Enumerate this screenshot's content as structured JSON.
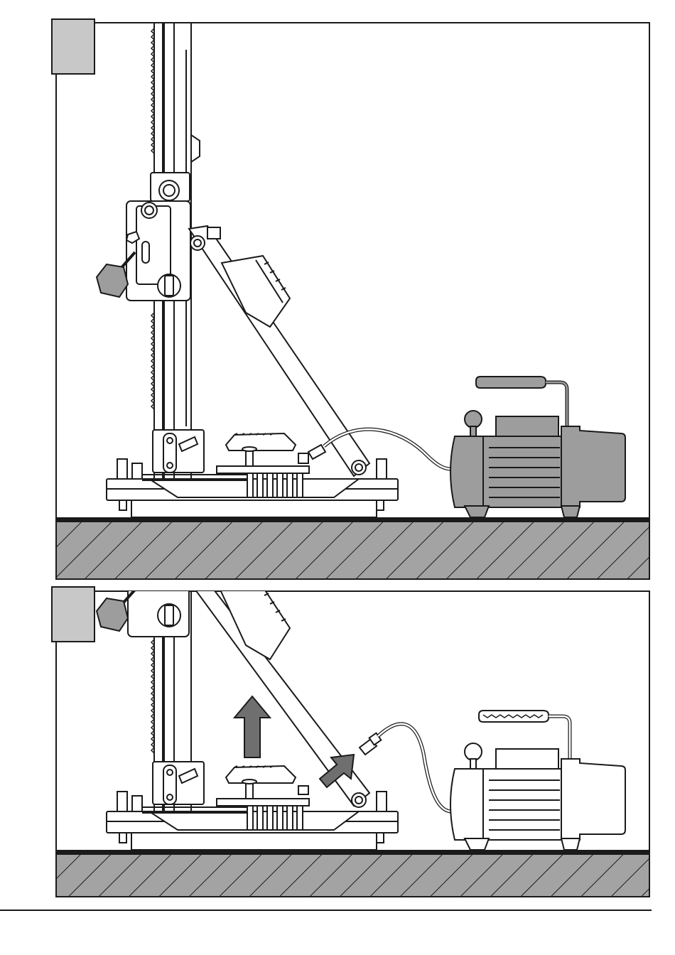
{
  "figure": {
    "panels": [
      {
        "id": "step-1",
        "label": "",
        "pump_state": "connected"
      },
      {
        "id": "step-2",
        "label": "",
        "pump_state": "disconnected"
      }
    ],
    "colors": {
      "line": "#1a1a1a",
      "pump_fill": "#9d9d9d",
      "pump_fill_dark": "#7e7e7e",
      "arrow_fill": "#6f6f6f",
      "label_box": "#c8c8c8",
      "floor_fill": "#a3a3a3",
      "background": "#ffffff"
    }
  }
}
